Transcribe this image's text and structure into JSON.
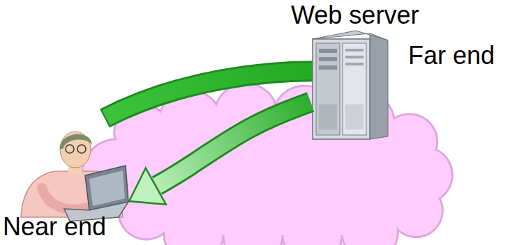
{
  "diagram": {
    "nodes": [
      {
        "text": [
          "Web server",
          "Far end"
        ]
      },
      {
        "text": [
          "Near end"
        ]
      }
    ],
    "edges": [
      {
        "from": 0,
        "to": 1,
        "arrow": "to"
      }
    ]
  }
}
